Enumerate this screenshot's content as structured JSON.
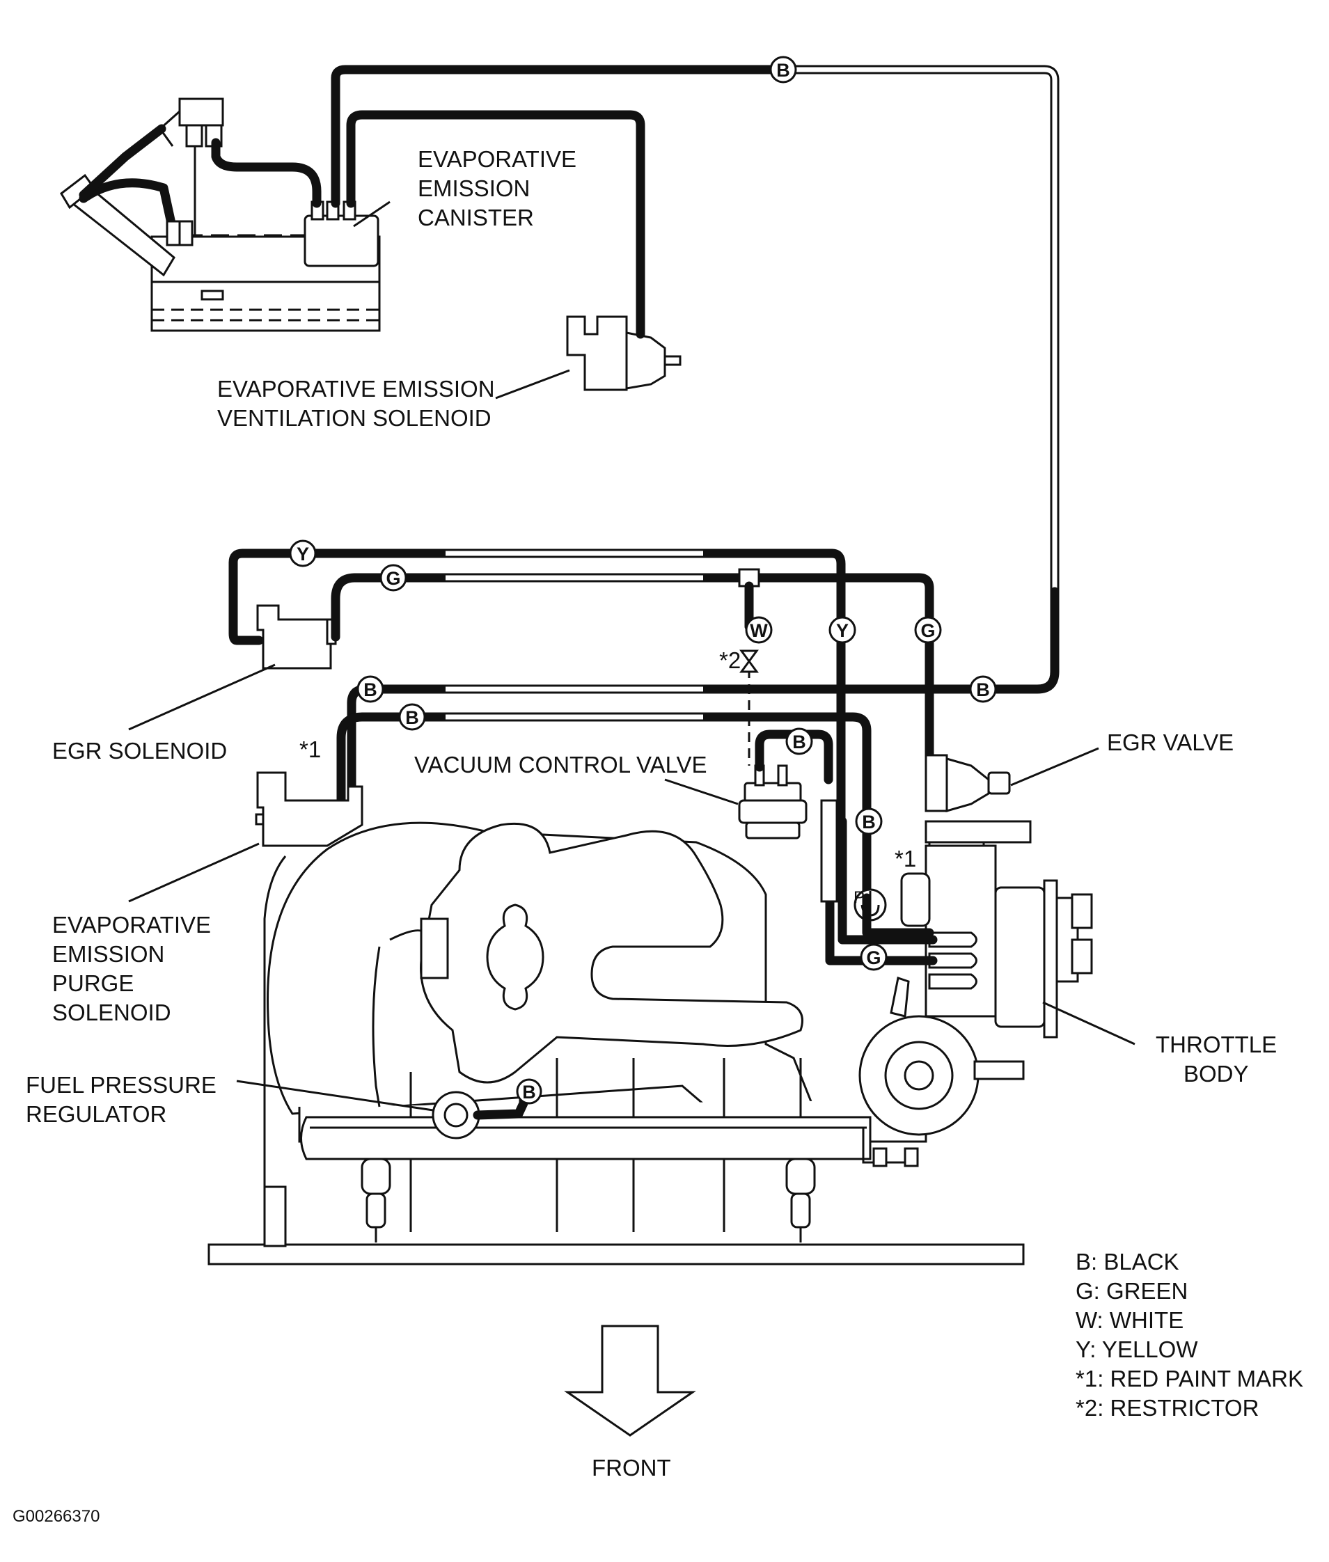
{
  "labels": {
    "evap_canister": [
      "EVAPORATIVE",
      "EMISSION",
      "CANISTER"
    ],
    "evap_ventilation_solenoid": [
      "EVAPORATIVE EMISSION",
      "VENTILATION SOLENOID"
    ],
    "egr_solenoid": "EGR SOLENOID",
    "vacuum_control_valve": "VACUUM CONTROL VALVE",
    "egr_valve": "EGR VALVE",
    "evap_purge_solenoid": [
      "EVAPORATIVE",
      "EMISSION",
      "PURGE",
      "SOLENOID"
    ],
    "fuel_pressure_regulator": [
      "FUEL PRESSURE",
      "REGULATOR"
    ],
    "throttle_body": [
      "THROTTLE",
      "BODY"
    ],
    "front": "FRONT",
    "figure_id": "G00266370"
  },
  "marks": {
    "red_paint": "*1",
    "restrictor": "*2",
    "p_mark": "P"
  },
  "hose_tags": {
    "b": "B",
    "g": "G",
    "w": "W",
    "y": "Y"
  },
  "legend": [
    "B: BLACK",
    "G: GREEN",
    "W: WHITE",
    "Y: YELLOW",
    "*1: RED PAINT MARK",
    "*2: RESTRICTOR"
  ],
  "colors": {
    "ink": "#111111",
    "background": "#ffffff"
  }
}
